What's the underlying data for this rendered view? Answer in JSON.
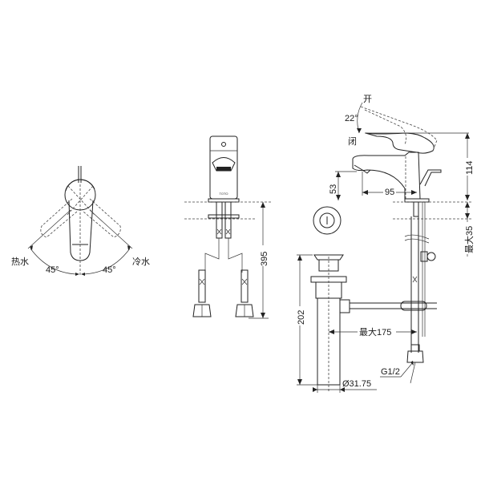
{
  "views": {
    "top_view": {
      "hot_label": "热水",
      "cold_label": "冷水",
      "hot_angle": "45°",
      "cold_angle": "45°"
    },
    "front_view": {
      "brand_mark": "TOTO",
      "height_dim": "395"
    },
    "side_view": {
      "open_label": "开",
      "closed_label": "闭",
      "lever_angle": "22°",
      "spout_height": "53",
      "spout_reach": "95",
      "faucet_height": "114",
      "max_deck_thickness": "最大35"
    },
    "drain_view": {
      "drain_height": "202",
      "max_horizontal": "最大175",
      "pipe_diameter": "Ø31.75",
      "thread_size": "G1/2"
    }
  },
  "colors": {
    "line": "#222222",
    "background": "#ffffff"
  }
}
